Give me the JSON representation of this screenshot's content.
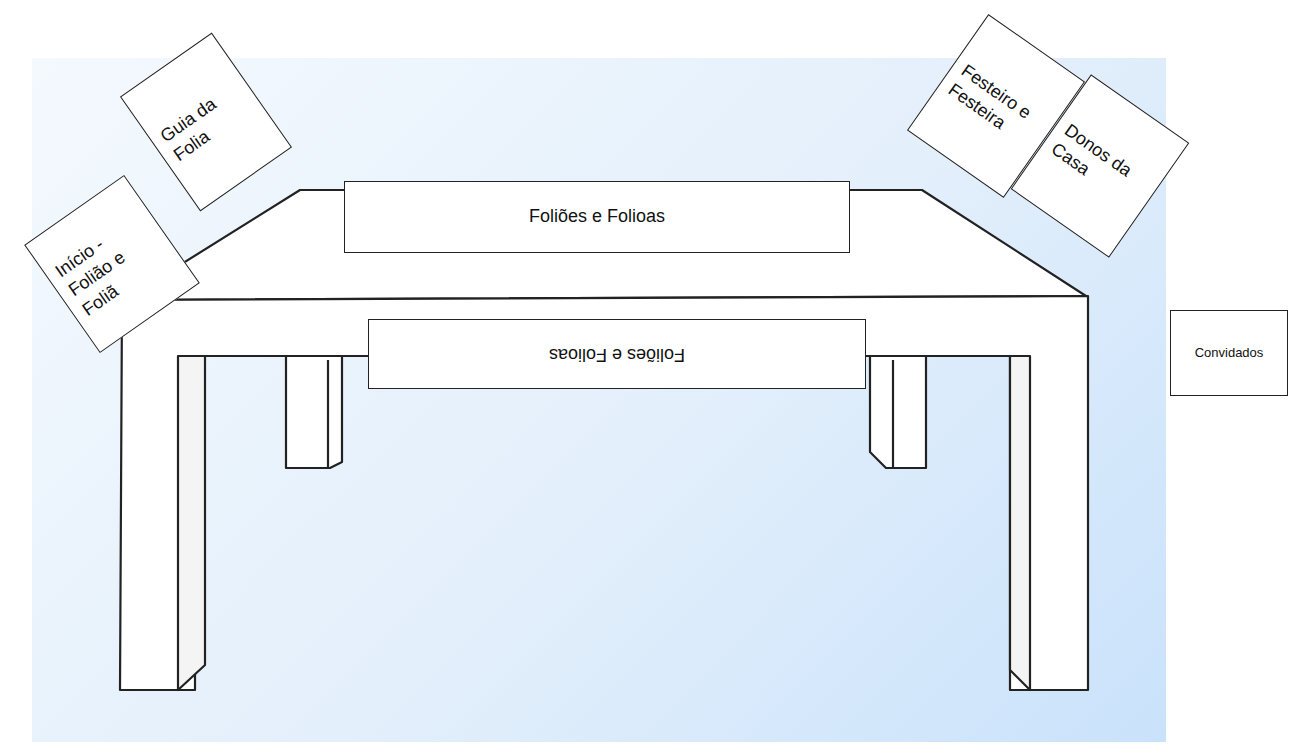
{
  "diagram": {
    "nodes": [
      {
        "text": [
          "Início - Folião e Foliã"
        ]
      },
      {
        "text": [
          "Guia da Folia"
        ]
      },
      {
        "text": [
          "Foliões e Folioas"
        ]
      },
      {
        "text": [
          "Festeiro e Festeira"
        ]
      },
      {
        "text": [
          "Donos da Casa"
        ]
      },
      {
        "text": [
          "Foliões e Folioas"
        ]
      },
      {
        "text": [
          "Convidados"
        ]
      }
    ]
  }
}
